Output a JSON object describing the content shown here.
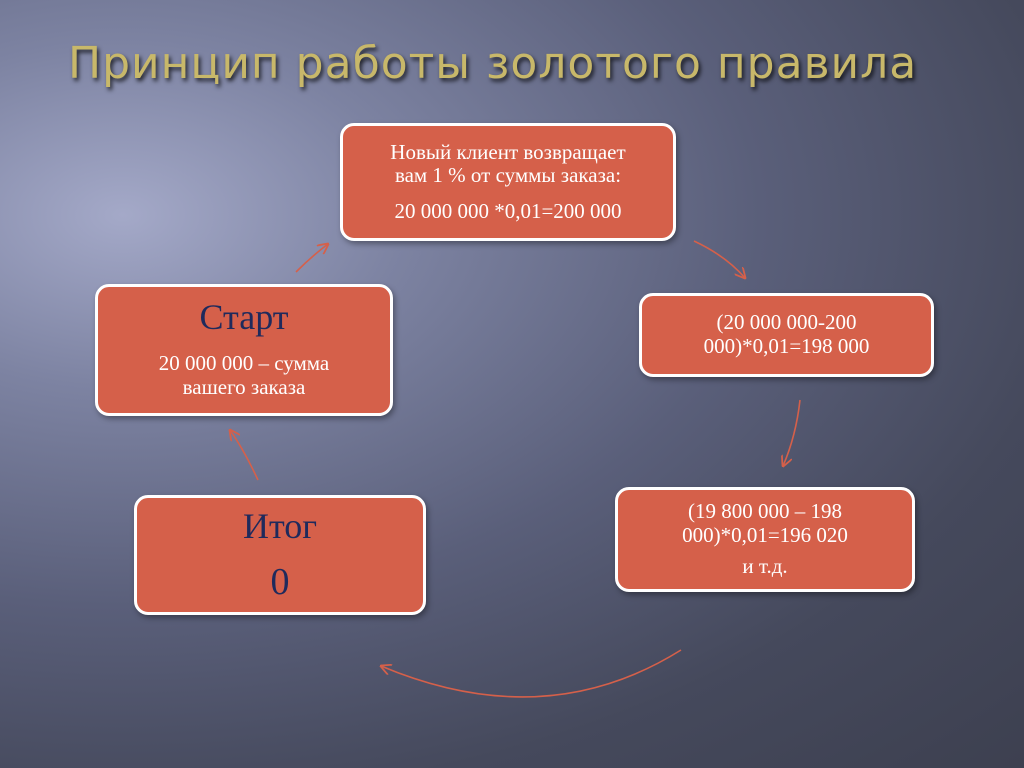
{
  "title": "Принцип работы золотого правила",
  "colors": {
    "node_fill": "#d5604a",
    "node_border": "#ffffff",
    "arrow": "#d5604a",
    "title": "#c8b86a",
    "heading_text": "#1f2a5c"
  },
  "nodes": {
    "new_client": {
      "line1": "Новый клиент возвращает",
      "line2": "вам 1 % от суммы заказа:",
      "line3": "20 000 000 *0,01=200 000"
    },
    "step2": {
      "line1": "(20 000 000-200",
      "line2": "000)*0,01=198 000"
    },
    "step3": {
      "line1": "(19 800 000 – 198",
      "line2": "000)*0,01=196 020",
      "line3": "и т.д."
    },
    "result": {
      "heading": "Итог",
      "value": "0"
    },
    "start": {
      "heading": "Старт",
      "line1": "20  000 000 – сумма",
      "line2": "вашего заказа"
    }
  }
}
